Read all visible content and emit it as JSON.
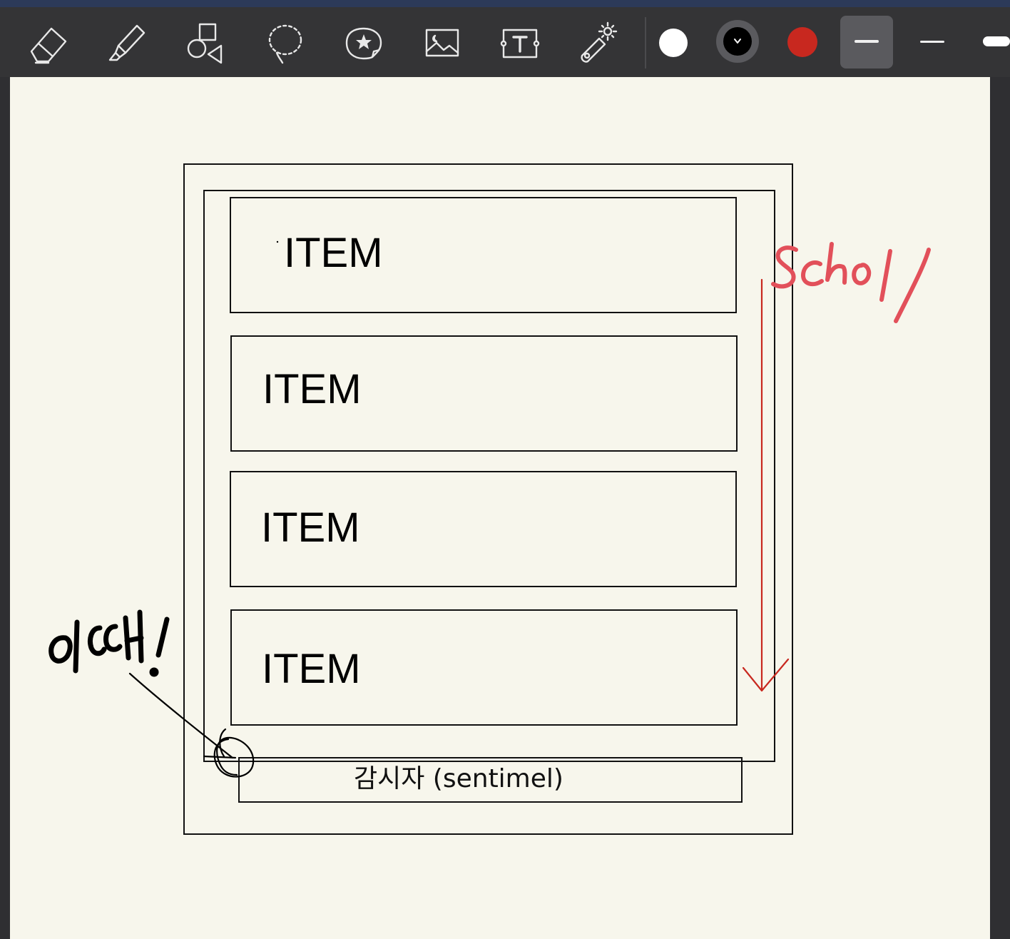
{
  "toolbar": {
    "tools": [
      {
        "name": "eraser-tool",
        "icon": "eraser-icon"
      },
      {
        "name": "highlighter-tool",
        "icon": "highlighter-icon"
      },
      {
        "name": "shapes-tool",
        "icon": "shapes-icon"
      },
      {
        "name": "lasso-tool",
        "icon": "lasso-icon"
      },
      {
        "name": "sticker-tool",
        "icon": "sticker-icon"
      },
      {
        "name": "image-tool",
        "icon": "image-icon"
      },
      {
        "name": "text-tool",
        "icon": "text-box-icon"
      },
      {
        "name": "laser-pointer-tool",
        "icon": "laser-pointer-icon"
      }
    ],
    "colors": {
      "white": "#ffffff",
      "black": "#000000",
      "red": "#c8281f"
    },
    "selected_color": "black",
    "selected_width": "medium"
  },
  "diagram": {
    "items": [
      "ITEM",
      "ITEM",
      "ITEM",
      "ITEM"
    ],
    "sentinel_label": "감시자 (sentimel)"
  },
  "annotations": {
    "scroll_note": "scroll",
    "here_note": "이때!",
    "scroll_color": "#e2505a",
    "arrow_color": "#c8281f"
  }
}
